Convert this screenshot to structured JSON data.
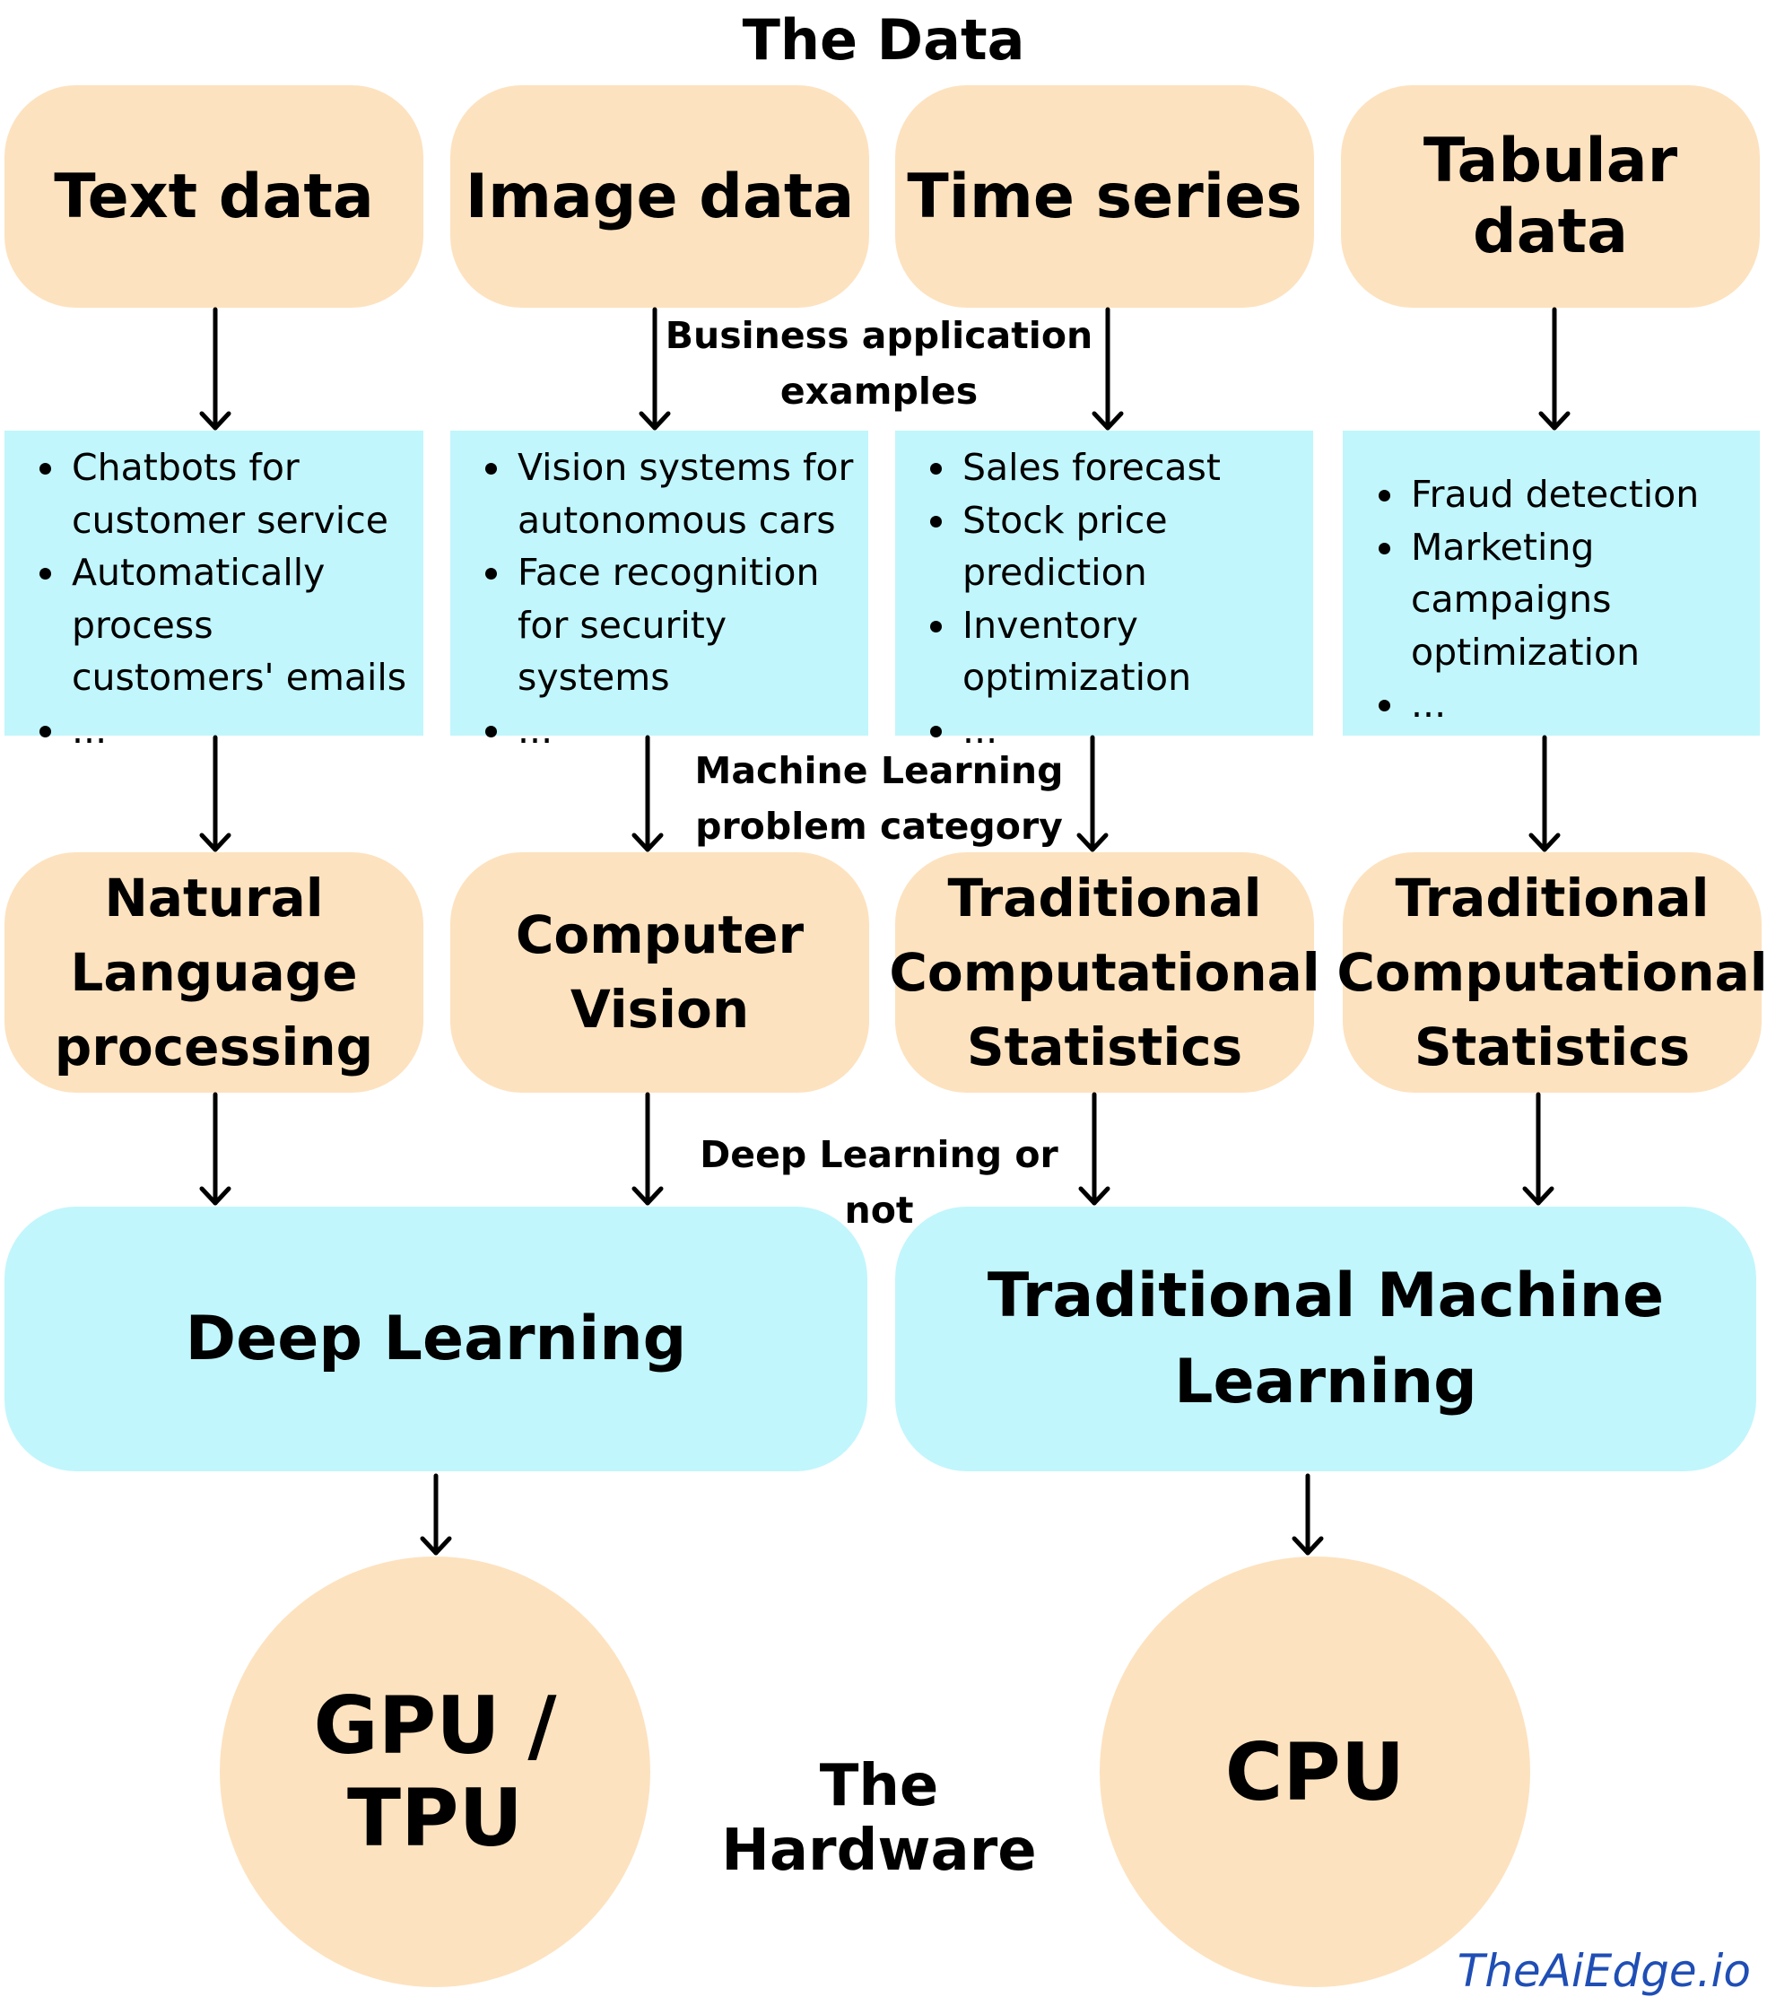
{
  "title": "The Data",
  "data_types": [
    {
      "label": "Text data"
    },
    {
      "label": "Image data"
    },
    {
      "label": "Time series"
    },
    {
      "label": "Tabular data"
    }
  ],
  "business_label": [
    "Business application",
    "examples"
  ],
  "applications": [
    {
      "items": [
        "Chatbots for customer service",
        "Automatically process customers' emails",
        "..."
      ]
    },
    {
      "items": [
        "Vision systems for autonomous cars",
        "Face recognition for security systems",
        "..."
      ]
    },
    {
      "items": [
        "Sales forecast",
        "Stock price prediction",
        "Inventory optimization",
        "..."
      ]
    },
    {
      "items": [
        "Fraud detection",
        "Marketing campaigns optimization",
        "..."
      ]
    }
  ],
  "ml_label": [
    "Machine Learning",
    "problem category"
  ],
  "categories": [
    {
      "lines": [
        "Natural",
        "Language",
        "processing"
      ]
    },
    {
      "lines": [
        "Computer",
        "Vision"
      ]
    },
    {
      "lines": [
        "Traditional",
        "Computational",
        "Statistics"
      ]
    },
    {
      "lines": [
        "Traditional",
        "Computational",
        "Statistics"
      ]
    }
  ],
  "dl_label": "Deep Learning or not",
  "approaches": [
    {
      "lines": [
        "Deep Learning"
      ]
    },
    {
      "lines": [
        "Traditional Machine",
        "Learning"
      ]
    }
  ],
  "hardware": {
    "gpu": "GPU / TPU",
    "cpu": "CPU",
    "label": "The Hardware"
  },
  "brand": "TheAiEdge.io",
  "colors": {
    "orange_box": "#fde2bf",
    "cyan_box": "#c1f6fc",
    "brand_text": "#1f4eb5"
  }
}
